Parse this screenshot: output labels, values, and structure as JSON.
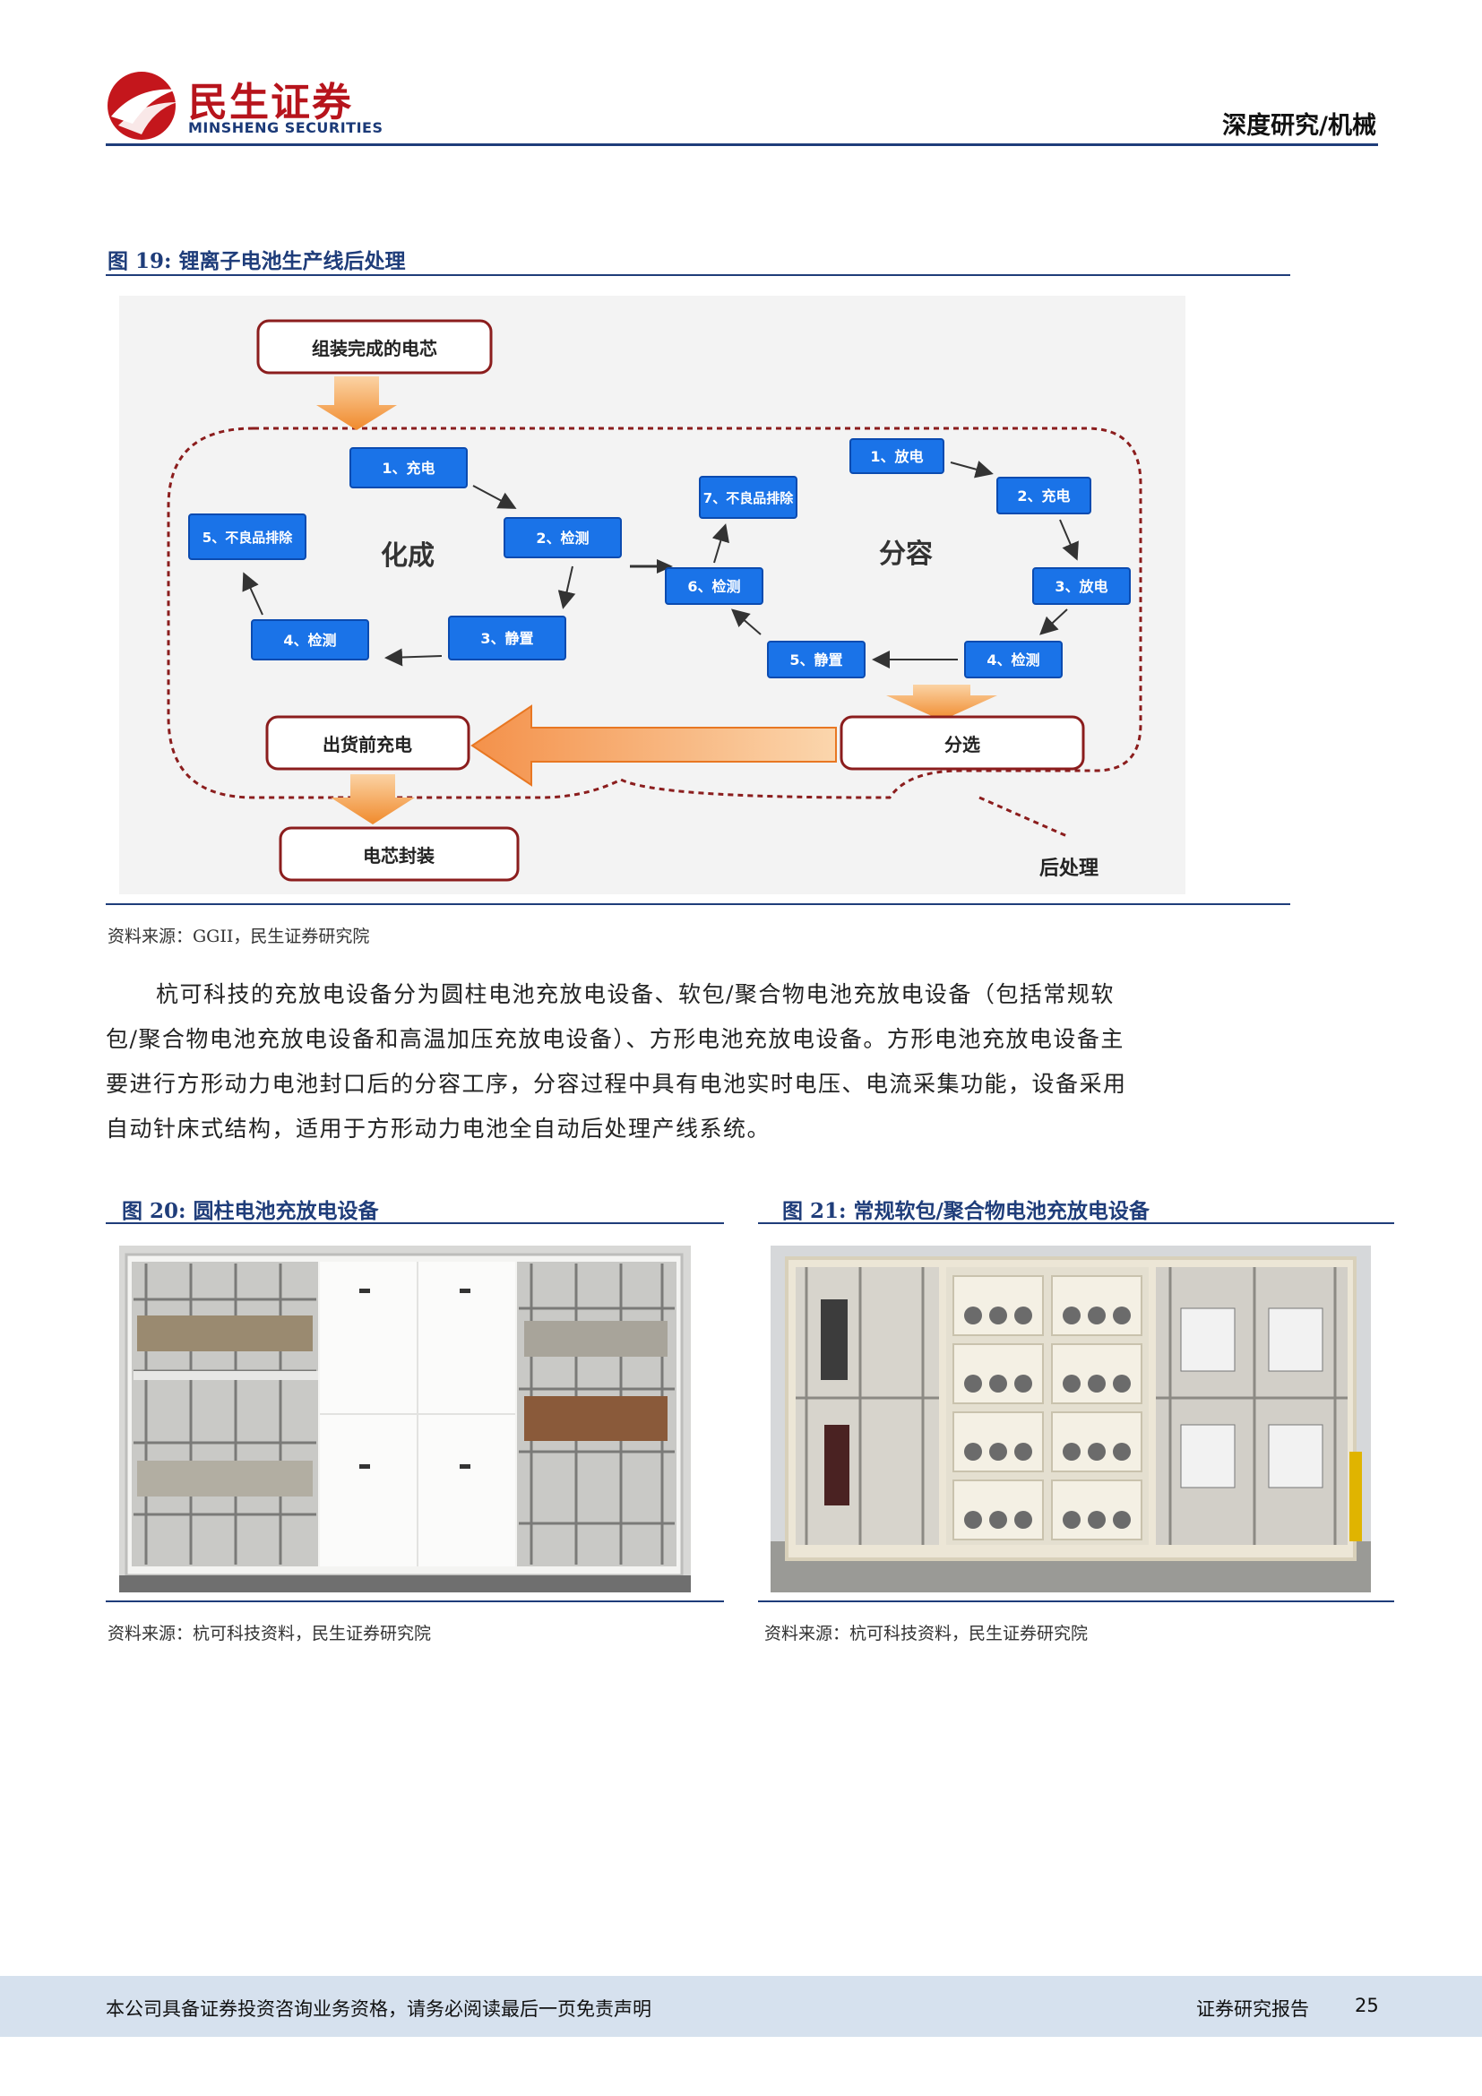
{
  "header": {
    "brand_cn": "民生证券",
    "brand_en": "MINSHENG SECURITIES",
    "report_tag": "深度研究/机械"
  },
  "figure19": {
    "title": "图 19:  锂离子电池生产线后处理",
    "source": "资料来源：GGII，民生证券研究院",
    "diagram": {
      "start": "组装完成的电芯",
      "formation_label": "化成",
      "grading_label": "分容",
      "formation_steps": [
        "1、充电",
        "2、检测",
        "3、静置",
        "4、检测",
        "5、不良品排除"
      ],
      "grading_steps": [
        "1、放电",
        "2、充电",
        "3、放电",
        "4、检测",
        "5、静置",
        "6、检测",
        "7、不良品排除"
      ],
      "sorting": "分选",
      "pre_ship": "出货前充电",
      "packaging": "电芯封装",
      "post_label": "后处理"
    }
  },
  "paragraph": "杭可科技的充放电设备分为圆柱电池充放电设备、软包/聚合物电池充放电设备（包括常规软包/聚合物电池充放电设备和高温加压充放电设备）、方形电池充放电设备。方形电池充放电设备主要进行方形动力电池封口后的分容工序，分容过程中具有电池实时电压、电流采集功能，设备采用自动针床式结构，适用于方形动力电池全自动后处理产线系统。",
  "figure20": {
    "title": "图 20:  圆柱电池充放电设备",
    "source": "资料来源：杭可科技资料，民生证券研究院"
  },
  "figure21": {
    "title": "图 21:  常规软包/聚合物电池充放电设备",
    "source": "资料来源：杭可科技资料，民生证券研究院"
  },
  "footer": {
    "disclaimer": "本公司具备证券投资咨询业务资格，请务必阅读最后一页免责声明",
    "report_type": "证券研究报告",
    "page": "25"
  }
}
